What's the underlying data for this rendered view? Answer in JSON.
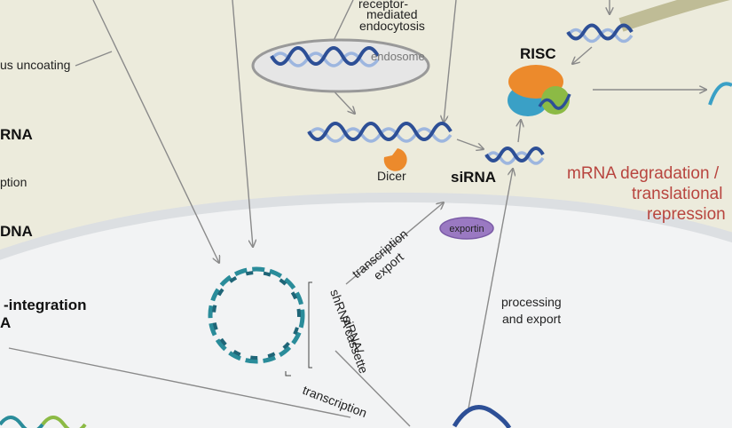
{
  "labels": {
    "receptor_line1": "receptor-",
    "receptor_line2": "mediated",
    "receptor_line3": "endocytosis",
    "endosome": "endosome",
    "risc": "RISC",
    "virus_uncoating": "us uncoating",
    "rna_left": "RNA",
    "transcription_left": "ption",
    "dna_left": "DNA",
    "integration_line1": "-integration",
    "integration_line2": "A",
    "dicer": "Dicer",
    "sirna": "siRNA",
    "mrna_line1": "mRNA degradation /",
    "mrna_line2": "translational",
    "mrna_line3": "repression",
    "exportin": "exportin",
    "transcription_export_1": "transcription",
    "transcription_export_2": "export",
    "processing_1": "processing",
    "processing_2": "and export",
    "cassette_1": "siRNA/",
    "cassette_2": "shRNA cassette",
    "transcription_bottom": "transcription"
  },
  "colors": {
    "cytoplasm": "#ecebdc",
    "membrane": "#bfbc96",
    "nucleus": "#f2f3f4",
    "nuclear_envelope": "#dcdfe2",
    "rna_dark": "#2d4f96",
    "rna_light": "#9db6df",
    "plasmid_teal": "#2a8c9a",
    "plasmid_dark": "#1f6577",
    "dicer": "#ec8a2c",
    "risc_orange": "#ec8a2c",
    "risc_blue": "#3aa0c6",
    "risc_green": "#8cba45",
    "exportin": "#9a79c2",
    "arrow": "#8a8a8a"
  }
}
